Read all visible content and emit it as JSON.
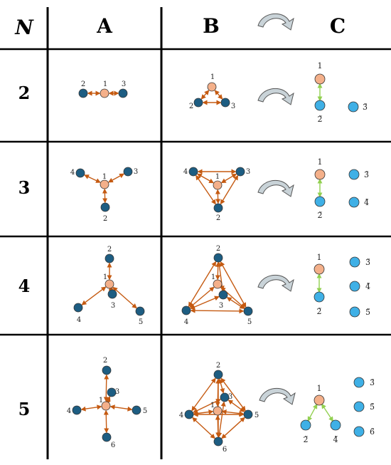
{
  "headers": {
    "n": "N",
    "a": "A",
    "b": "B",
    "c": "C"
  },
  "rows": [
    {
      "n": "2",
      "a_labels": [
        "1",
        "2",
        "3"
      ],
      "b_labels": [
        "1",
        "2",
        "3"
      ],
      "c_labels": [
        "1",
        "2̃",
        "3̃"
      ]
    },
    {
      "n": "3",
      "a_labels": [
        "1",
        "2",
        "3",
        "4"
      ],
      "b_labels": [
        "1",
        "2",
        "3",
        "4"
      ],
      "c_labels": [
        "1",
        "2̃",
        "3̃",
        "4̃"
      ]
    },
    {
      "n": "4",
      "a_labels": [
        "1",
        "2",
        "3",
        "4",
        "5"
      ],
      "b_labels": [
        "1",
        "2",
        "3",
        "4",
        "5"
      ],
      "c_labels": [
        "1",
        "2̃",
        "3̃",
        "4̃",
        "5̃"
      ]
    },
    {
      "n": "5",
      "a_labels": [
        "1",
        "2",
        "3",
        "4",
        "5",
        "6"
      ],
      "b_labels": [
        "1",
        "2",
        "3",
        "4",
        "5",
        "6"
      ],
      "c_labels": [
        "1",
        "2̃",
        "4̃",
        "3̃",
        "5̃",
        "6̃"
      ]
    }
  ],
  "colors": {
    "center_node": "#f4b08a",
    "outer_node": "#1d5d82",
    "c_node": "#3fb0e6",
    "edge": "#c55a11",
    "green_edge": "#92d050",
    "arrow_fill": "#c9d3d8"
  }
}
